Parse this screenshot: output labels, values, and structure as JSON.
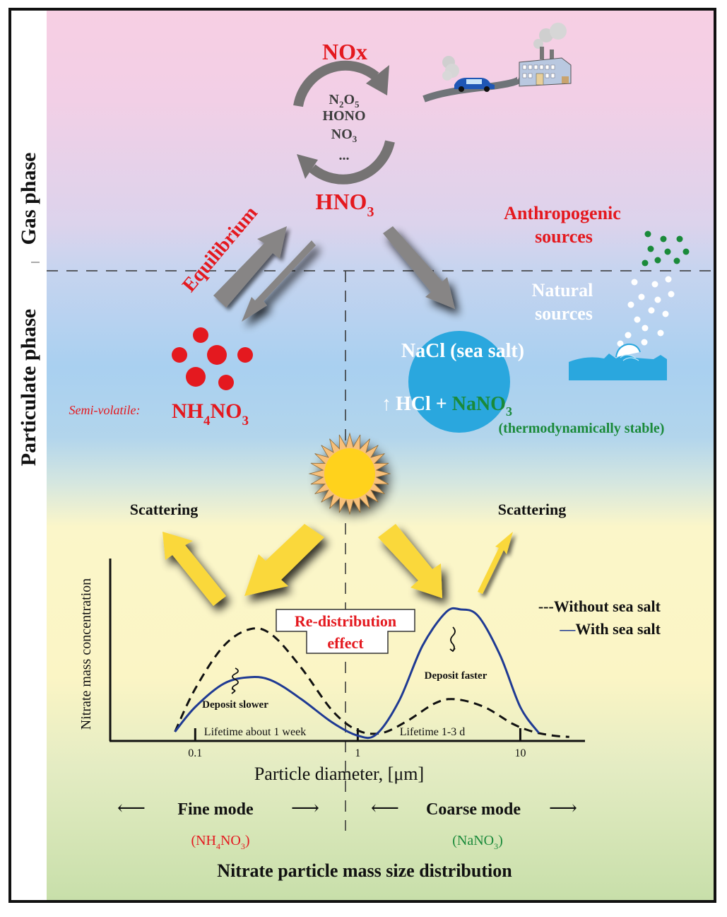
{
  "colors": {
    "red": "#e4191f",
    "green": "#1a8a3a",
    "white": "#ffffff",
    "navy_line": "#1f3a93",
    "black": "#111111",
    "gray_arrow": "#7d7b7b",
    "sun_yellow": "#ffd21c",
    "sun_rays": "#f8c07a",
    "sea_blue": "#2aa7de"
  },
  "side_labels": {
    "gas_phase": "Gas phase",
    "particulate_phase": "Particulate phase"
  },
  "gas_cycle": {
    "top": "NOx",
    "intermediates": [
      "N",
      "2",
      "O",
      "5",
      "HONO",
      "NO",
      "3",
      "..."
    ],
    "bottom_main": "HNO",
    "bottom_sub": "3"
  },
  "equilibrium_label": "Equilibrium",
  "sources": {
    "anthropogenic_line1": "Anthropogenic",
    "anthropogenic_line2": "sources",
    "natural_line1": "Natural",
    "natural_line2": "sources"
  },
  "fine_particle": {
    "prefix": "Semi-volatile:",
    "formula_a": "NH",
    "formula_sub1": "4",
    "formula_b": "NO",
    "formula_sub2": "3"
  },
  "sea_salt": {
    "label": "NaCl (sea salt)",
    "reaction_arrow": "↑",
    "reaction_hcl": "HCl + ",
    "reaction_nano": "NaNO",
    "reaction_sub": "3",
    "stability_note": "(thermodynamically stable)"
  },
  "scattering_left": "Scattering",
  "scattering_right": "Scattering",
  "redistribution": {
    "line1": "Re-distribution",
    "line2": "effect"
  },
  "chart_data": {
    "type": "line",
    "title": "Nitrate particle mass size distribution",
    "xlabel": "Particle diameter, [μm]",
    "ylabel": "Nitrate mass concentration",
    "x_scale": "log",
    "x_ticks": [
      0.1,
      1,
      10
    ],
    "x_tick_labels": [
      "0.1",
      "1",
      "10"
    ],
    "xlim": [
      0.03,
      25
    ],
    "ylim": [
      0,
      1.0
    ],
    "y_units": "relative (unlabeled)",
    "grid": false,
    "legend": {
      "placement": "top-right",
      "entries": [
        "---Without sea salt",
        "—With sea salt"
      ]
    },
    "series": [
      {
        "name": "Without sea salt",
        "style": "dashed",
        "x": [
          0.075,
          0.1,
          0.15,
          0.22,
          0.3,
          0.45,
          0.7,
          1.0,
          1.4,
          2.0,
          3.0,
          4.0,
          6.0,
          9.0,
          12.0,
          16.0,
          20.0
        ],
        "y": [
          0.06,
          0.39,
          0.72,
          0.85,
          0.8,
          0.55,
          0.22,
          0.07,
          0.05,
          0.14,
          0.28,
          0.31,
          0.25,
          0.12,
          0.06,
          0.03,
          0.02
        ]
      },
      {
        "name": "With sea salt",
        "style": "solid",
        "x": [
          0.075,
          0.1,
          0.15,
          0.22,
          0.3,
          0.45,
          0.7,
          1.0,
          1.3,
          1.8,
          2.5,
          3.5,
          4.3,
          5.5,
          7.5,
          10.0,
          13.0
        ],
        "y": [
          0.06,
          0.25,
          0.43,
          0.48,
          0.45,
          0.31,
          0.13,
          0.03,
          0.04,
          0.3,
          0.72,
          0.98,
          1.0,
          0.95,
          0.65,
          0.25,
          0.05
        ]
      }
    ],
    "annotations": [
      "Deposit slower",
      "Deposit faster",
      "Lifetime about 1 week",
      "Lifetime 1-3 d"
    ]
  },
  "modes": {
    "fine_label": "Fine mode",
    "coarse_label": "Coarse mode",
    "left_arrow": "⟵",
    "right_arrow": "⟶",
    "fine_formula_open": "(NH",
    "fine_formula_sub1": "4",
    "fine_formula_mid": "NO",
    "fine_formula_sub2": "3",
    "fine_formula_close": ")",
    "coarse_formula_open": "(NaNO",
    "coarse_formula_sub": "3",
    "coarse_formula_close": ")"
  }
}
